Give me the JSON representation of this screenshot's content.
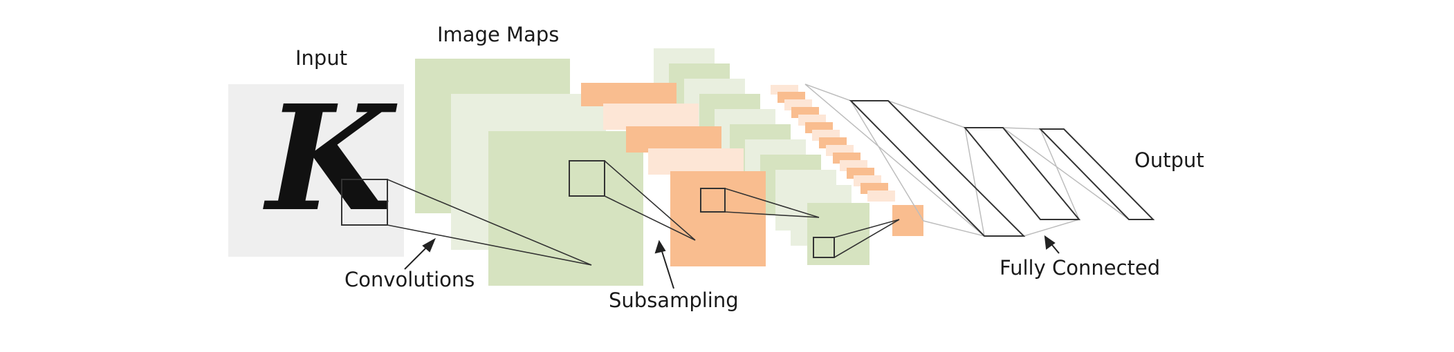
{
  "labels": {
    "input": "Input",
    "image_maps": "Image Maps",
    "convolutions": "Convolutions",
    "subsampling": "Subsampling",
    "fully_connected": "Fully Connected",
    "output": "Output"
  },
  "input_glyph": "K",
  "colors": {
    "input_panel": "#efefef",
    "green_dark": "#d6e3c0",
    "green_light": "#e9efdf",
    "orange_dark": "#f9bd8f",
    "orange_light": "#fde6d6",
    "stroke": "#333333",
    "fc_lines": "#bdbdbd",
    "text": "#1a1a1a"
  }
}
